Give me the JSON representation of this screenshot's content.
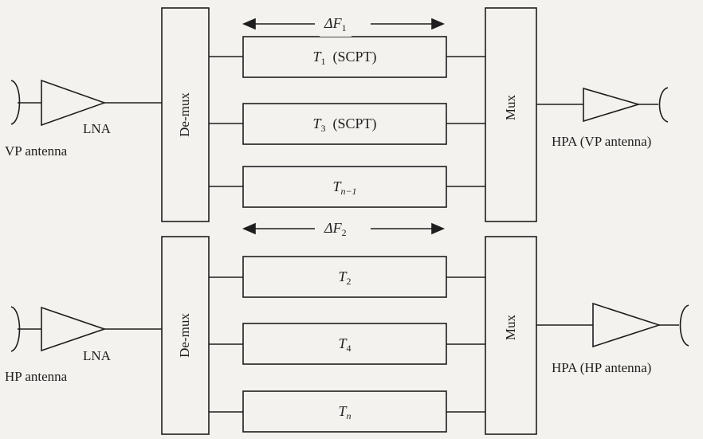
{
  "upper": {
    "receive_label": "VP  antenna",
    "lna_label": "LNA",
    "demux_label": "De-mux",
    "mux_label": "Mux",
    "hpa_label": "HPA  (VP  antenna)",
    "delta_symbol": "ΔF",
    "delta_sub": "1",
    "channels": [
      {
        "sym": "T",
        "sub": "1",
        "suffix": "(SCPT)"
      },
      {
        "sym": "T",
        "sub": "3",
        "suffix": "(SCPT)"
      },
      {
        "sym": "T",
        "sub": "n−1",
        "suffix": ""
      }
    ]
  },
  "lower": {
    "receive_label": "HP  antenna",
    "lna_label": "LNA",
    "demux_label": "De-mux",
    "mux_label": "Mux",
    "hpa_label": "HPA  (HP  antenna)",
    "delta_symbol": "ΔF",
    "delta_sub": "2",
    "channels": [
      {
        "sym": "T",
        "sub": "2",
        "suffix": ""
      },
      {
        "sym": "T",
        "sub": "4",
        "suffix": ""
      },
      {
        "sym": "T",
        "sub": "n",
        "suffix": ""
      }
    ]
  }
}
